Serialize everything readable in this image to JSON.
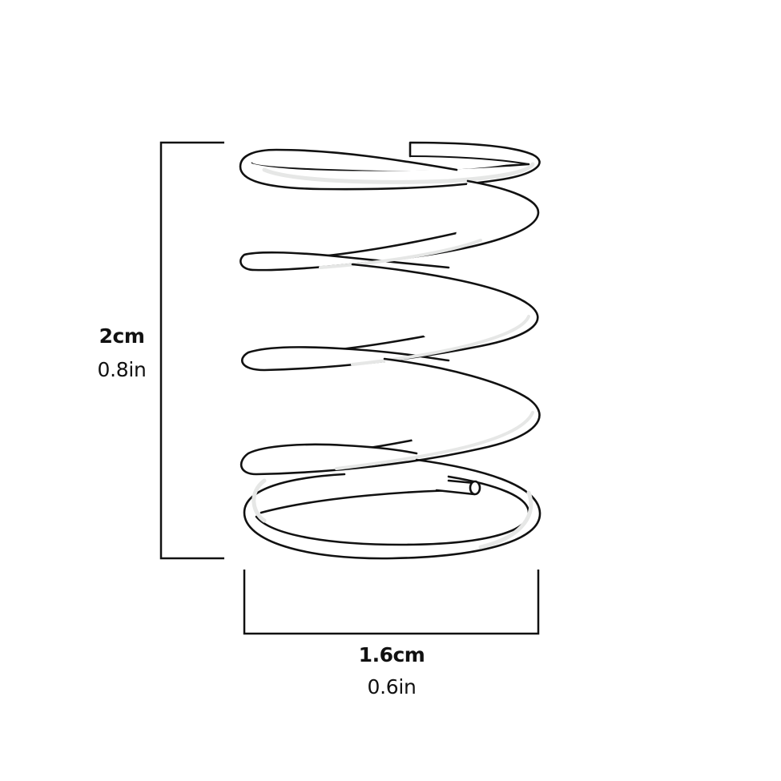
{
  "diagram": {
    "subject": "coil spring",
    "height_dimension": {
      "metric": "2cm",
      "imperial": "0.8in"
    },
    "width_dimension": {
      "metric": "1.6cm",
      "imperial": "0.6in"
    },
    "colors": {
      "stroke": "#111111",
      "fill": "#ffffff",
      "shade": "#e6e7e6",
      "background": "#ffffff"
    }
  }
}
